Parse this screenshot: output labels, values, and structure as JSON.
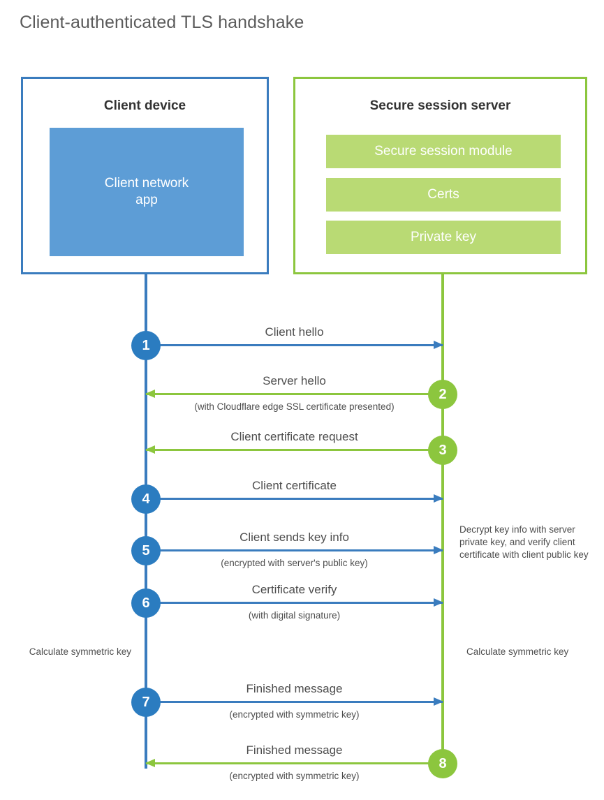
{
  "title": "Client-authenticated TLS handshake",
  "colors": {
    "client_blue": "#3a7cbe",
    "client_app_fill": "#5d9dd6",
    "step_blue": "#2b7cc0",
    "server_green": "#8cc63e",
    "server_item_fill": "#b9da74",
    "text_gray": "#4d4d4d",
    "title_gray": "#5b5b5b"
  },
  "parties": {
    "client": {
      "title": "Client device",
      "app_label": "Client network\napp"
    },
    "server": {
      "title": "Secure session server",
      "items": [
        {
          "label": "Secure session module"
        },
        {
          "label": "Certs"
        },
        {
          "label": "Private key"
        }
      ]
    }
  },
  "steps": [
    {
      "number": "1",
      "direction": "to-server",
      "primary": "Client hello",
      "secondary": ""
    },
    {
      "number": "2",
      "direction": "to-client",
      "primary": "Server hello",
      "secondary": "(with Cloudflare edge SSL certificate presented)"
    },
    {
      "number": "3",
      "direction": "to-client",
      "primary": "Client certificate request",
      "secondary": ""
    },
    {
      "number": "4",
      "direction": "to-server",
      "primary": "Client certificate",
      "secondary": ""
    },
    {
      "number": "5",
      "direction": "to-server",
      "primary": "Client sends key info",
      "secondary": "(encrypted with server's public key)"
    },
    {
      "number": "6",
      "direction": "to-server",
      "primary": "Certificate verify",
      "secondary": "(with digital signature)"
    },
    {
      "number": "7",
      "direction": "to-server",
      "primary": "Finished message",
      "secondary": "(encrypted with symmetric key)"
    },
    {
      "number": "8",
      "direction": "to-client",
      "primary": "Finished message",
      "secondary": "(encrypted with symmetric key)"
    }
  ],
  "notes": {
    "server_decrypt": "Decrypt key info with server private key, and verify client certificate with client public key",
    "client_calculate": "Calculate symmetric key",
    "server_calculate": "Calculate symmetric key"
  }
}
